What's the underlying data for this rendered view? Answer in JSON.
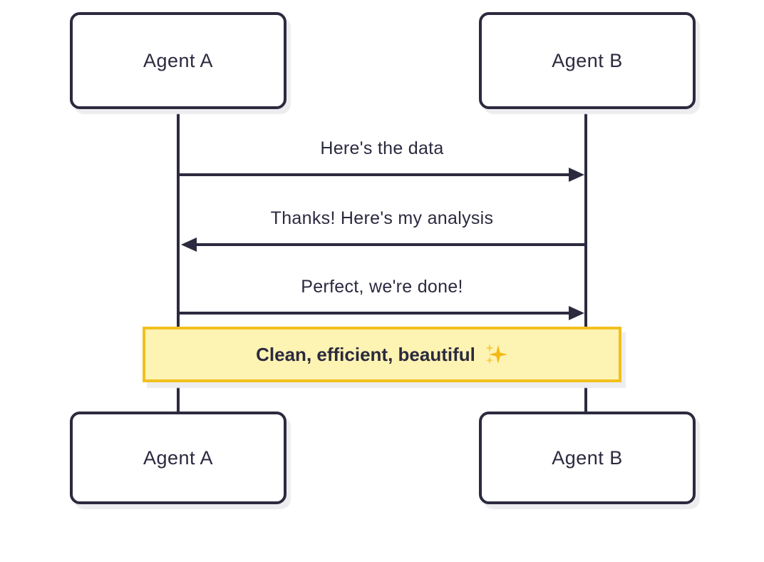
{
  "diagram": {
    "type": "sequence-diagram",
    "actors": {
      "a": "Agent A",
      "b": "Agent B"
    },
    "messages": [
      {
        "label": "Here's the data",
        "from": "Agent A",
        "to": "Agent B",
        "direction": "right",
        "line_style": "solid",
        "arrowhead": "filled"
      },
      {
        "label": "Thanks! Here's my analysis",
        "from": "Agent B",
        "to": "Agent A",
        "direction": "left",
        "line_style": "solid",
        "arrowhead": "filled"
      },
      {
        "label": "Perfect, we're done!",
        "from": "Agent A",
        "to": "Agent B",
        "direction": "right",
        "line_style": "solid",
        "arrowhead": "filled"
      }
    ],
    "note": {
      "text": "Clean, efficient, beautiful",
      "icon": "sparkles-icon",
      "emoji": "✨"
    },
    "colors": {
      "ink": "#2b2a3f",
      "background": "#ffffff",
      "box_fill": "#ffffff",
      "shadow": "#ededf0",
      "note_fill": "#fdf3b2",
      "note_border": "#f2c01d",
      "sparkle_gold": "#f5b914"
    }
  }
}
